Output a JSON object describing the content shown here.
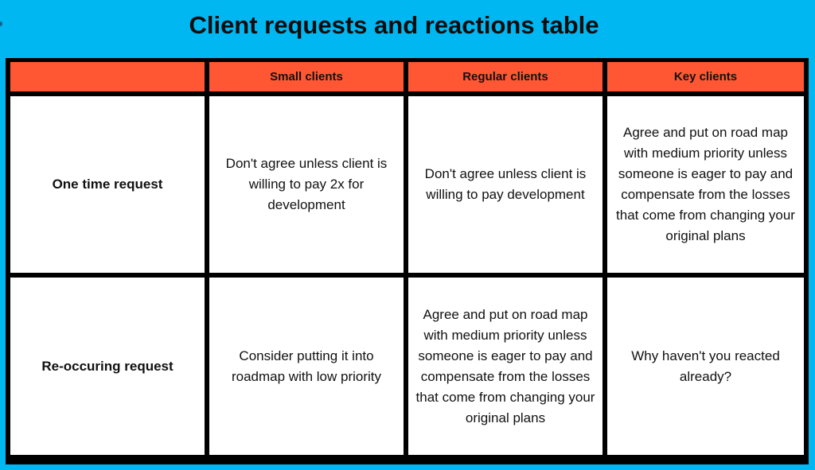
{
  "title": "Client requests and reactions table",
  "table": {
    "header": {
      "corner": "",
      "columns": [
        "Small clients",
        "Regular clients",
        "Key clients"
      ]
    },
    "rows": [
      {
        "label": "One time request",
        "cells": [
          "Don't agree unless client is willing to pay 2x for development",
          "Don't agree unless client is willing to pay development",
          "Agree and put on road map with medium priority unless someone is eager to pay and compensate from the losses that come from changing your original plans"
        ]
      },
      {
        "label": "Re-occuring request",
        "cells": [
          "Consider putting it into roadmap with low priority",
          "Agree and put on road map with medium priority unless someone is eager to pay and compensate from the losses that come from changing your original plans",
          "Why haven't you reacted already?"
        ]
      }
    ]
  },
  "colors": {
    "background": "#00b7f1",
    "header": "#ff5733",
    "border": "#000000",
    "cell": "#ffffff"
  }
}
